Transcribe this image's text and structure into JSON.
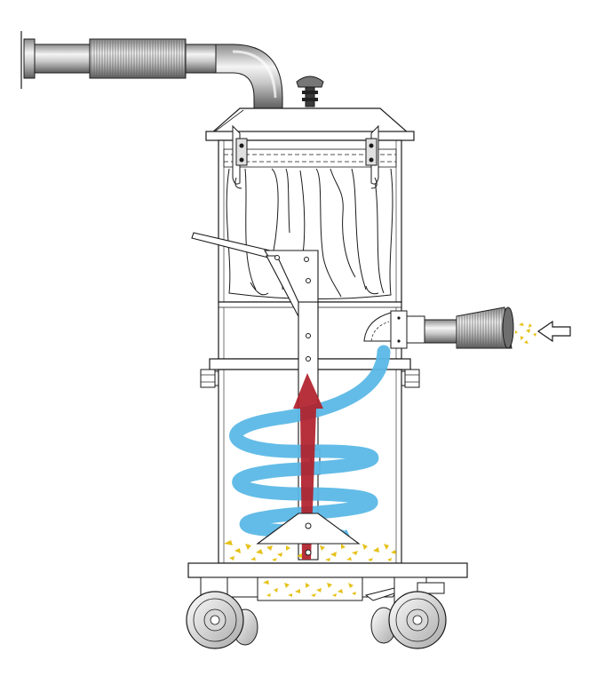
{
  "diagram": {
    "components": [
      {
        "id": "exhaust-pipe",
        "icon": "corrugated-pipe-icon"
      },
      {
        "id": "filter-bag",
        "icon": "filter-bag-icon"
      },
      {
        "id": "cyclone-container",
        "icon": "container-icon"
      },
      {
        "id": "inlet-hose",
        "icon": "corrugated-hose-icon"
      },
      {
        "id": "trolley",
        "icon": "trolley-icon"
      }
    ],
    "flows": [
      {
        "id": "air-intake",
        "color": "#5bb8e6"
      },
      {
        "id": "clean-air-up",
        "color": "#b0202a"
      }
    ],
    "colors": {
      "line": "#1a1a1a",
      "metal_light": "#f2f2f2",
      "metal_mid": "#b9b9b9",
      "metal_dark": "#6e6e6e",
      "swirl": "#5bb8e6",
      "arrow": "#b0202a",
      "dust": "#e6c21a"
    }
  }
}
